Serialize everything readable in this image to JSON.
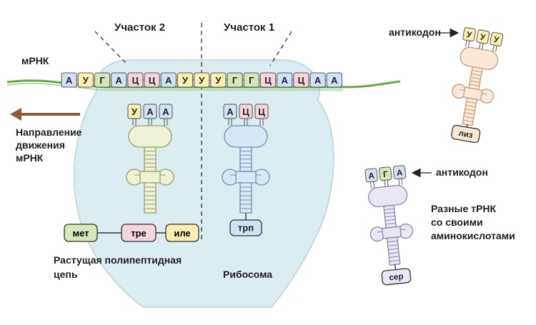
{
  "labels": {
    "site2": "Участок 2",
    "site1": "Участок 1",
    "mrna": "мРНК",
    "direction_l1": "Направление",
    "direction_l2": "движения",
    "direction_l3": "мРНК",
    "chain_l1": "Растущая полипептидная",
    "chain_l2": "цепь",
    "ribosome": "Рибосома",
    "anticodon_top": "антикодон",
    "anticodon_mid": "антикодон",
    "trna_l1": "Разные тРНК",
    "trna_l2": "со своими",
    "trna_l3": "аминокислотами"
  },
  "mrna_codons": [
    "А",
    "У",
    "Г",
    "А",
    "Ц",
    "Ц",
    "А",
    "У",
    "У",
    "У",
    "Г",
    "Г",
    "Ц",
    "А",
    "Ц",
    "А",
    "А"
  ],
  "anticodons": {
    "site2": [
      "У",
      "А",
      "А"
    ],
    "site1": [
      "А",
      "Ц",
      "Ц"
    ],
    "free_top": [
      "У",
      "У",
      "У"
    ],
    "free_mid": [
      "А",
      "Г",
      "А"
    ]
  },
  "amino_acids": {
    "chain": [
      "мет",
      "тре",
      "иле"
    ],
    "site1": "трп",
    "free_top": "лиз",
    "free_mid": "сер"
  },
  "colors": {
    "ribosome_fill": "#dcedf1",
    "ribosome_stroke": "#b9d4db",
    "trna_green": "#eff2d7",
    "trna_blue": "#d7e7f6",
    "trna_peach": "#fbe8d6",
    "trna_lilac": "#ebe6f3",
    "arrow": "#8b5a3c",
    "mrna_green": "#6aa84f"
  }
}
